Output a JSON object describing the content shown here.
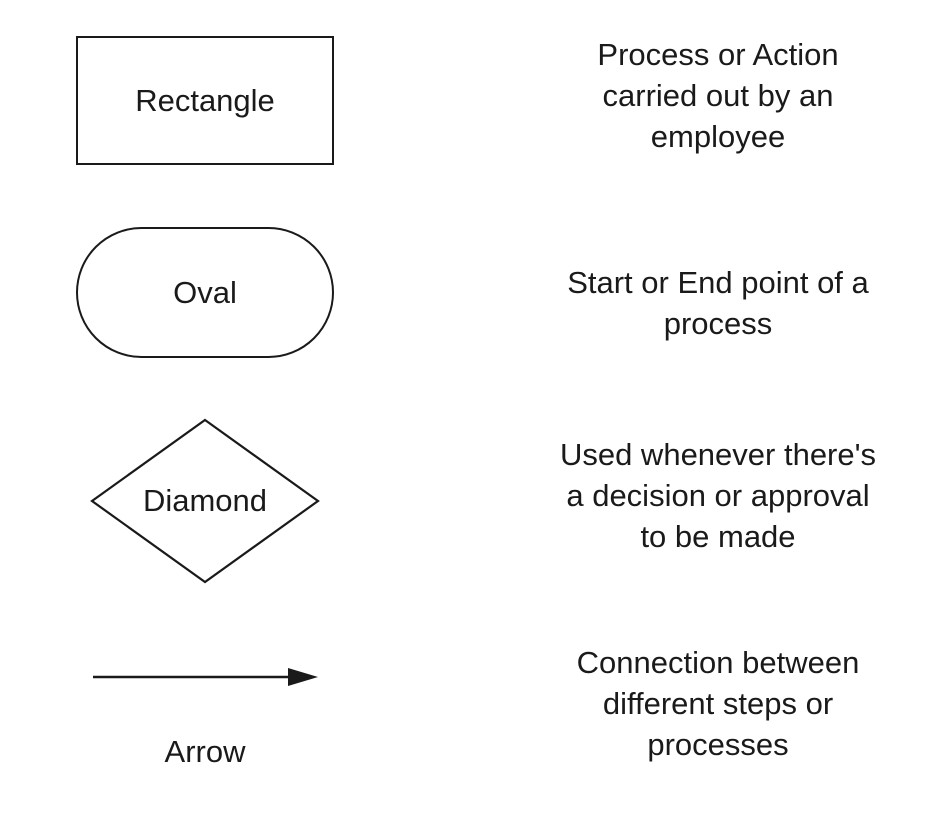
{
  "legend": [
    {
      "shape": "rectangle",
      "label": "Rectangle",
      "description": [
        "Process or Action",
        "carried out by an",
        "employee"
      ]
    },
    {
      "shape": "oval",
      "label": "Oval",
      "description": [
        "Start or End point of a",
        "process"
      ]
    },
    {
      "shape": "diamond",
      "label": "Diamond",
      "description": [
        "Used whenever there's",
        "a decision or approval",
        "to be made"
      ]
    },
    {
      "shape": "arrow",
      "label": "Arrow",
      "description": [
        "Connection between",
        "different steps or",
        "processes"
      ]
    }
  ],
  "colors": {
    "stroke": "#1a1a1a",
    "text": "#1a1a1a",
    "background": "#ffffff"
  }
}
